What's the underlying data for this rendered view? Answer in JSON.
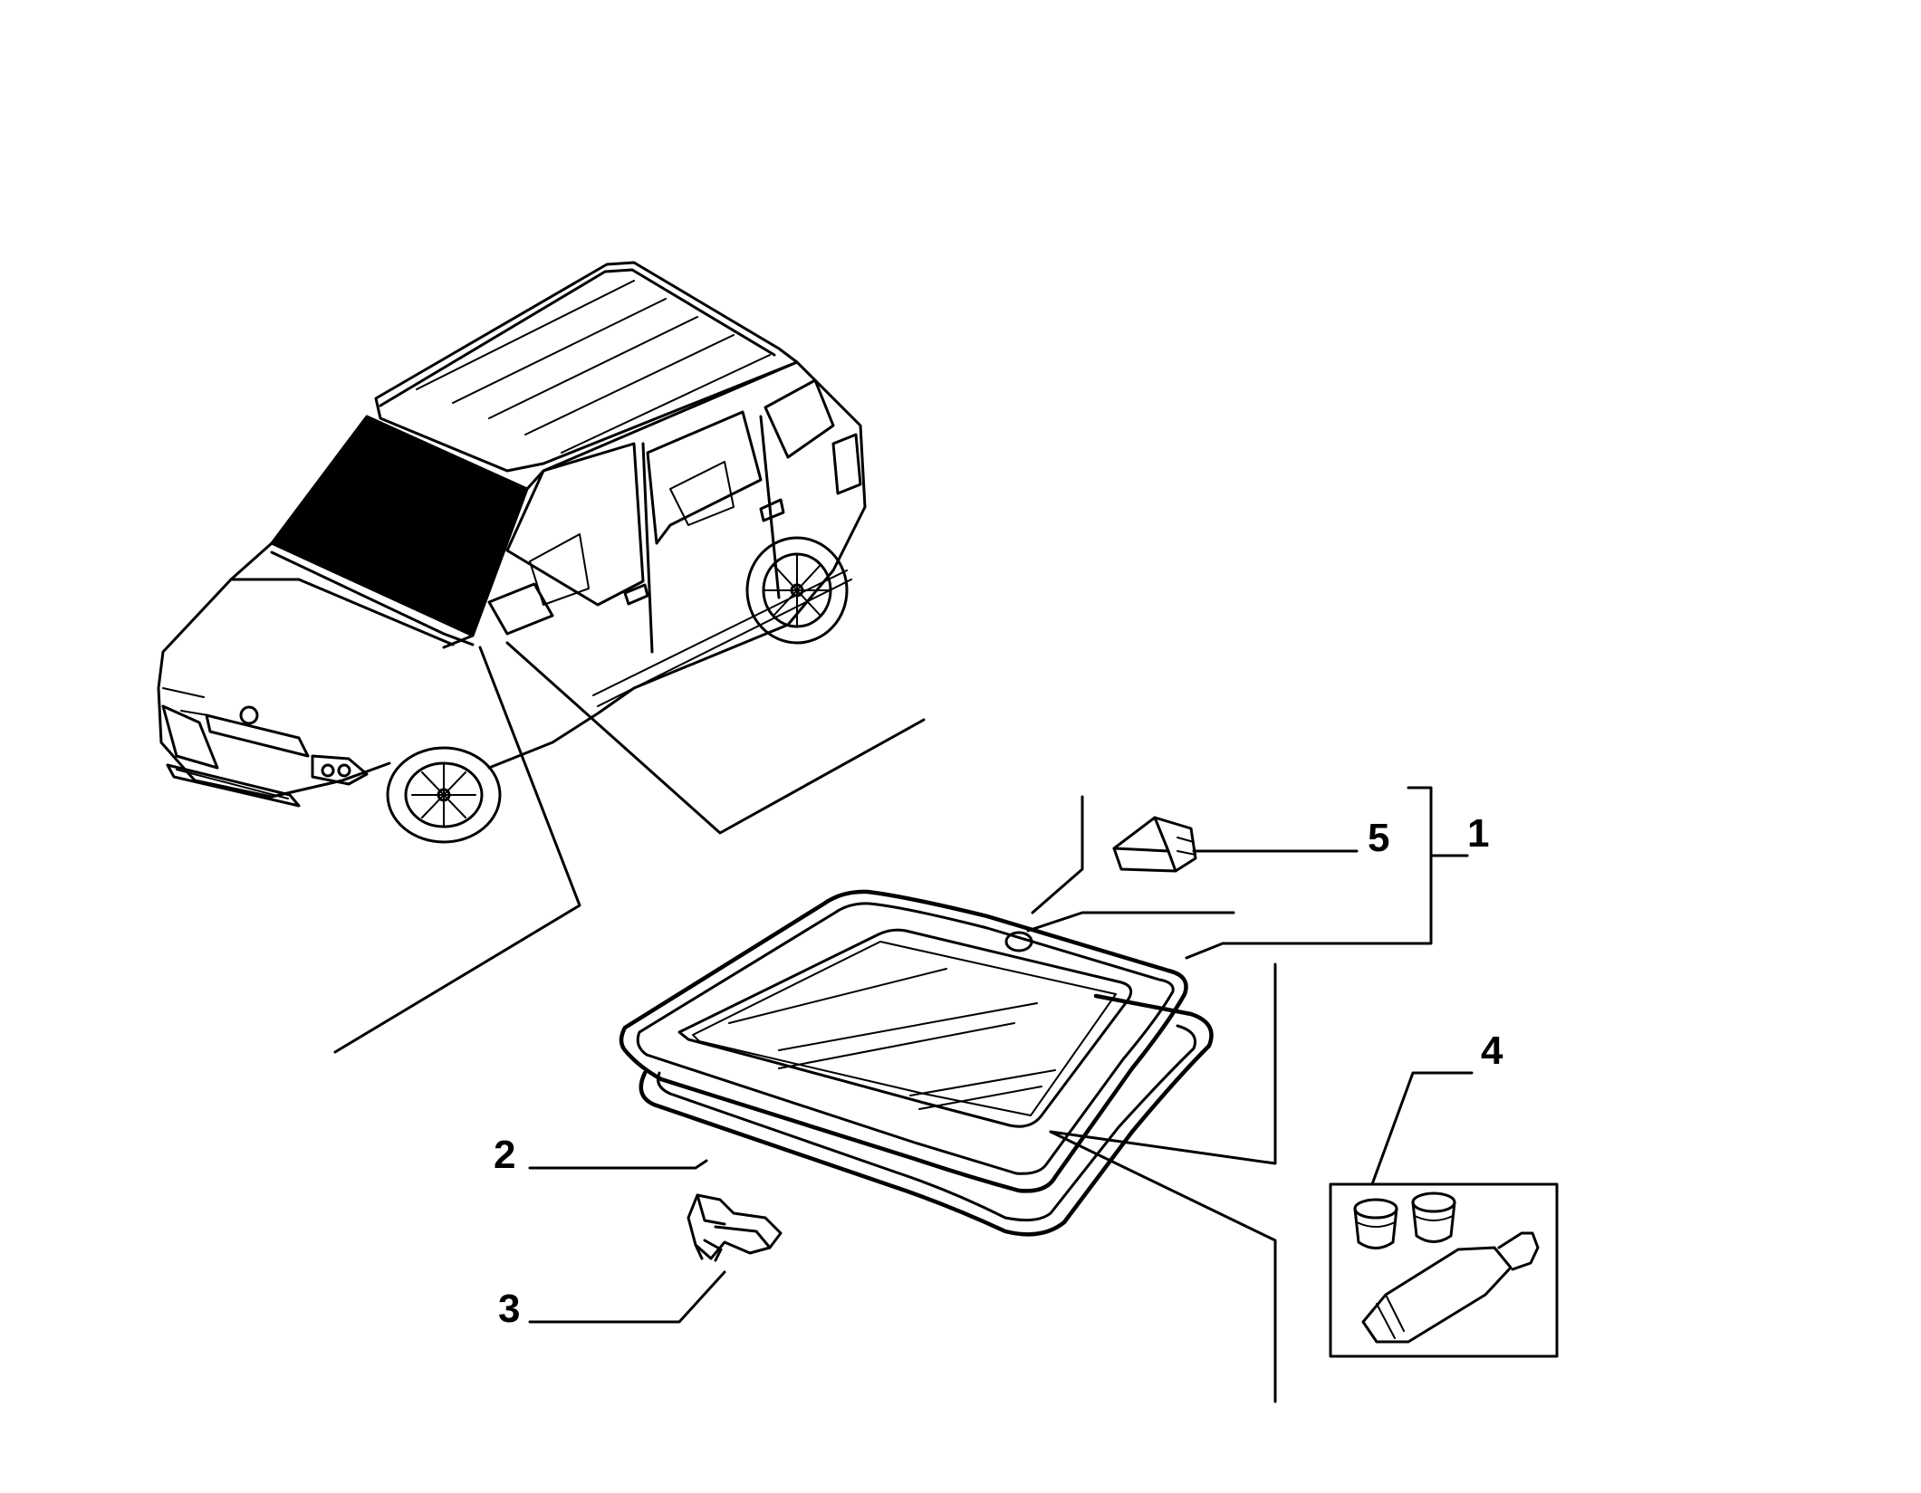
{
  "diagram": {
    "type": "exploded-parts-diagram",
    "colors": {
      "ink": "#000000",
      "background": "#ffffff",
      "glass_tint": "#000000"
    },
    "parts": [
      {
        "number": "1",
        "depicts": "windscreen-kit-bracket"
      },
      {
        "number": "2",
        "depicts": "windscreen-glass-with-seal"
      },
      {
        "number": "3",
        "depicts": "mirror-mount-bracket"
      },
      {
        "number": "4",
        "depicts": "adhesive-primer-kit"
      },
      {
        "number": "5",
        "depicts": "sensor-mount-clip"
      }
    ]
  }
}
